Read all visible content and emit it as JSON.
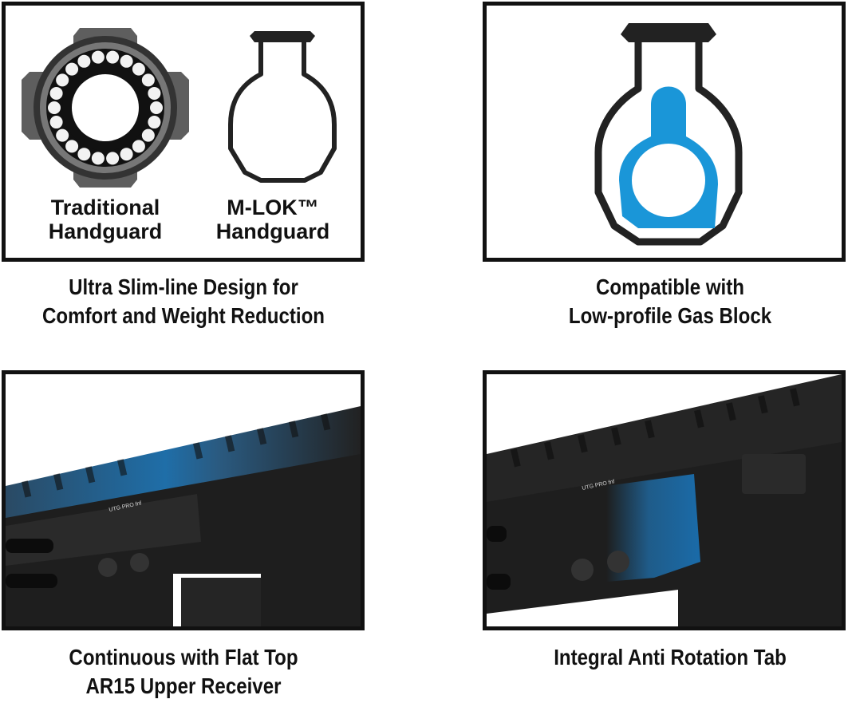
{
  "panels": [
    {
      "id": "slim-line",
      "labels": {
        "traditional_line1": "Traditional",
        "traditional_line2": "Handguard",
        "mlok_line1": "M-LOK™",
        "mlok_line2": "Handguard"
      },
      "caption_line1": "Ultra Slim-line Design for",
      "caption_line2": "Comfort and Weight Reduction",
      "icons": [
        "traditional-handguard-icon",
        "mlok-handguard-profile-icon"
      ]
    },
    {
      "id": "gas-block",
      "caption_line1": "Compatible with",
      "caption_line2": "Low-profile Gas Block",
      "icons": [
        "handguard-with-gas-block-icon"
      ],
      "accent_color": "#1a96d8"
    },
    {
      "id": "flat-top",
      "caption_line1": "Continuous with Flat Top",
      "caption_line2": "AR15 Upper Receiver",
      "image": "rail-photo-blue-highlight"
    },
    {
      "id": "anti-rotation",
      "caption_line1": "Integral Anti Rotation Tab",
      "caption_line2": "",
      "image": "tab-photo-blue-highlight"
    }
  ],
  "colors": {
    "outline": "#111111",
    "highlight_blue": "#1a96d8",
    "photo_dark": "#1e1e1e",
    "photo_blue": "#1f5f8f"
  }
}
